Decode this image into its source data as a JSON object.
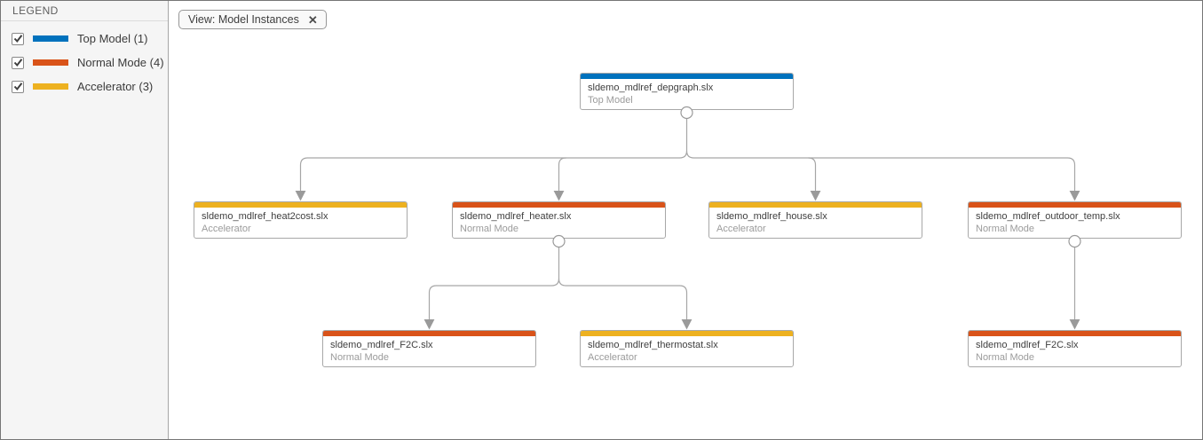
{
  "legend": {
    "title": "LEGEND",
    "items": [
      {
        "label": "Top Model (1)",
        "color": "#0072BD",
        "checked": true
      },
      {
        "label": "Normal Mode (4)",
        "color": "#D95319",
        "checked": true
      },
      {
        "label": "Accelerator (3)",
        "color": "#EDB120",
        "checked": true
      }
    ]
  },
  "toolbar": {
    "view_filter": {
      "label": "View: Model Instances",
      "close_icon": "✕"
    }
  },
  "colors": {
    "top_model": "#0072BD",
    "normal_mode": "#D95319",
    "accelerator": "#EDB120"
  },
  "graph": {
    "nodes": [
      {
        "file": "sldemo_mdlref_depgraph.slx",
        "mode": "Top Model",
        "color": "#0072BD"
      },
      {
        "file": "sldemo_mdlref_heat2cost.slx",
        "mode": "Accelerator",
        "color": "#EDB120"
      },
      {
        "file": "sldemo_mdlref_heater.slx",
        "mode": "Normal Mode",
        "color": "#D95319"
      },
      {
        "file": "sldemo_mdlref_house.slx",
        "mode": "Accelerator",
        "color": "#EDB120"
      },
      {
        "file": "sldemo_mdlref_outdoor_temp.slx",
        "mode": "Normal Mode",
        "color": "#D95319"
      },
      {
        "file": "sldemo_mdlref_F2C.slx",
        "mode": "Normal Mode",
        "color": "#D95319"
      },
      {
        "file": "sldemo_mdlref_thermostat.slx",
        "mode": "Accelerator",
        "color": "#EDB120"
      },
      {
        "file": "sldemo_mdlref_F2C.slx",
        "mode": "Normal Mode",
        "color": "#D95319"
      }
    ],
    "edges": [
      {
        "from": "sldemo_mdlref_depgraph.slx",
        "to": "sldemo_mdlref_heat2cost.slx"
      },
      {
        "from": "sldemo_mdlref_depgraph.slx",
        "to": "sldemo_mdlref_heater.slx"
      },
      {
        "from": "sldemo_mdlref_depgraph.slx",
        "to": "sldemo_mdlref_house.slx"
      },
      {
        "from": "sldemo_mdlref_depgraph.slx",
        "to": "sldemo_mdlref_outdoor_temp.slx"
      },
      {
        "from": "sldemo_mdlref_heater.slx",
        "to": "sldemo_mdlref_F2C.slx"
      },
      {
        "from": "sldemo_mdlref_heater.slx",
        "to": "sldemo_mdlref_thermostat.slx"
      },
      {
        "from": "sldemo_mdlref_outdoor_temp.slx",
        "to": "sldemo_mdlref_F2C.slx"
      }
    ]
  }
}
